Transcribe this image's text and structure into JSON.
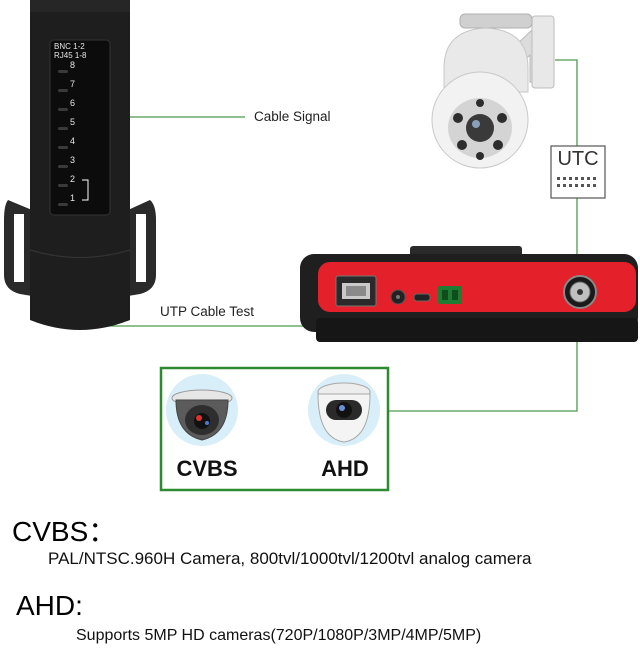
{
  "labels": {
    "cable_signal": "Cable Signal",
    "utp_cable_test": "UTP Cable Test",
    "utc": "UTC"
  },
  "remote_unit": {
    "header_line1": "BNC 1-2",
    "header_line2": "RJ45 1-8",
    "leds": [
      "8",
      "7",
      "6",
      "5",
      "4",
      "3",
      "2",
      "1"
    ]
  },
  "camera_box": {
    "cvbs_label": "CVBS",
    "ahd_label": "AHD"
  },
  "descriptions": {
    "cvbs_title": "CVBS：",
    "cvbs_text": "PAL/NTSC.960H Camera, 800tvl/1000tvl/1200tvl analog camera",
    "ahd_title": "AHD:",
    "ahd_text": "Supports 5MP HD cameras(720P/1080P/3MP/4MP/5MP)"
  },
  "colors": {
    "connector_line": "#4c9a4c",
    "box_border": "#2e8a2e",
    "tester_red": "#e4202a",
    "device_dark": "#1e1e1e"
  }
}
